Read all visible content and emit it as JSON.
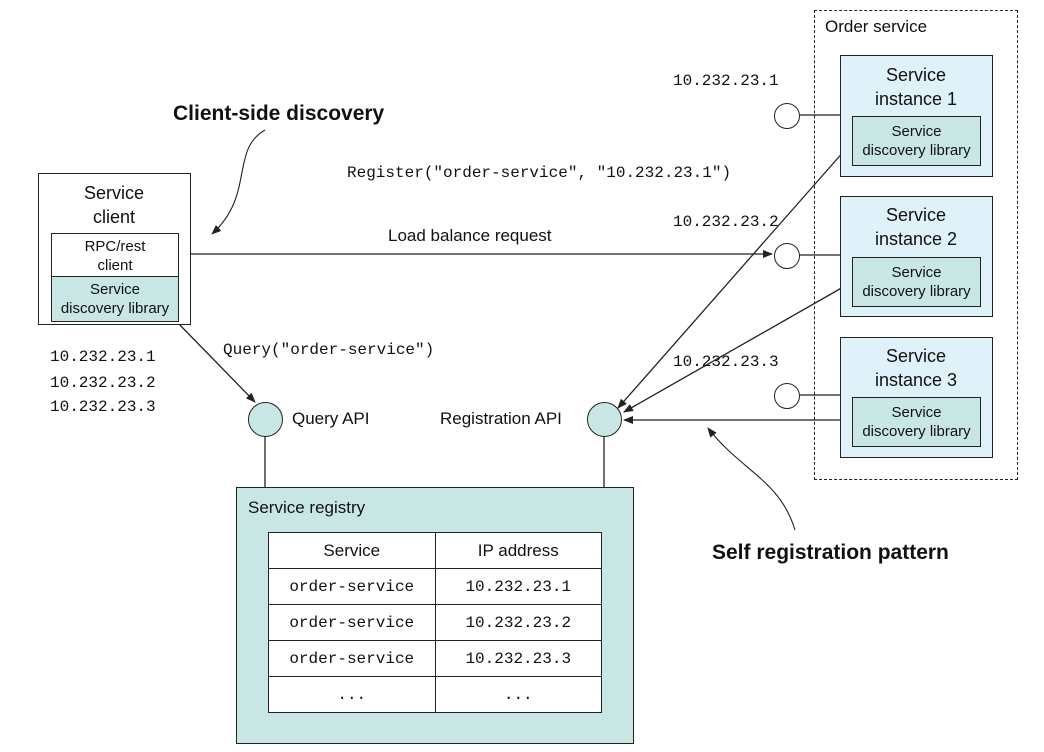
{
  "colors": {
    "instance_fill": "#dff1f9",
    "library_fill": "#c8e7e4",
    "registry_fill": "#c8e7e4",
    "api_circle_fill": "#c8e7e4",
    "line": "#222222"
  },
  "annotations": {
    "client_side_discovery": "Client-side discovery",
    "self_registration_pattern": "Self registration pattern"
  },
  "service_client": {
    "title_line1": "Service",
    "title_line2": "client",
    "rpc_line1": "RPC/rest",
    "rpc_line2": "client",
    "library_line1": "Service",
    "library_line2": "discovery library",
    "known_ips": [
      "10.232.23.1",
      "10.232.23.2",
      "10.232.23.3"
    ]
  },
  "order_service": {
    "label": "Order service",
    "instances": [
      {
        "line1": "Service",
        "line2": "instance 1",
        "lib_line1": "Service",
        "lib_line2": "discovery library",
        "ip": "10.232.23.1"
      },
      {
        "line1": "Service",
        "line2": "instance 2",
        "lib_line1": "Service",
        "lib_line2": "discovery library",
        "ip": "10.232.23.2"
      },
      {
        "line1": "Service",
        "line2": "instance 3",
        "lib_line1": "Service",
        "lib_line2": "discovery library",
        "ip": "10.232.23.3"
      }
    ]
  },
  "calls": {
    "register": "Register(\"order-service\", \"10.232.23.1\")",
    "load_balance": "Load balance request",
    "query": "Query(\"order-service\")"
  },
  "apis": {
    "query_api": "Query API",
    "registration_api": "Registration API"
  },
  "registry": {
    "title": "Service registry",
    "columns": [
      "Service",
      "IP address"
    ],
    "rows": [
      [
        "order-service",
        "10.232.23.1"
      ],
      [
        "order-service",
        "10.232.23.2"
      ],
      [
        "order-service",
        "10.232.23.3"
      ],
      [
        "...",
        "..."
      ]
    ]
  }
}
